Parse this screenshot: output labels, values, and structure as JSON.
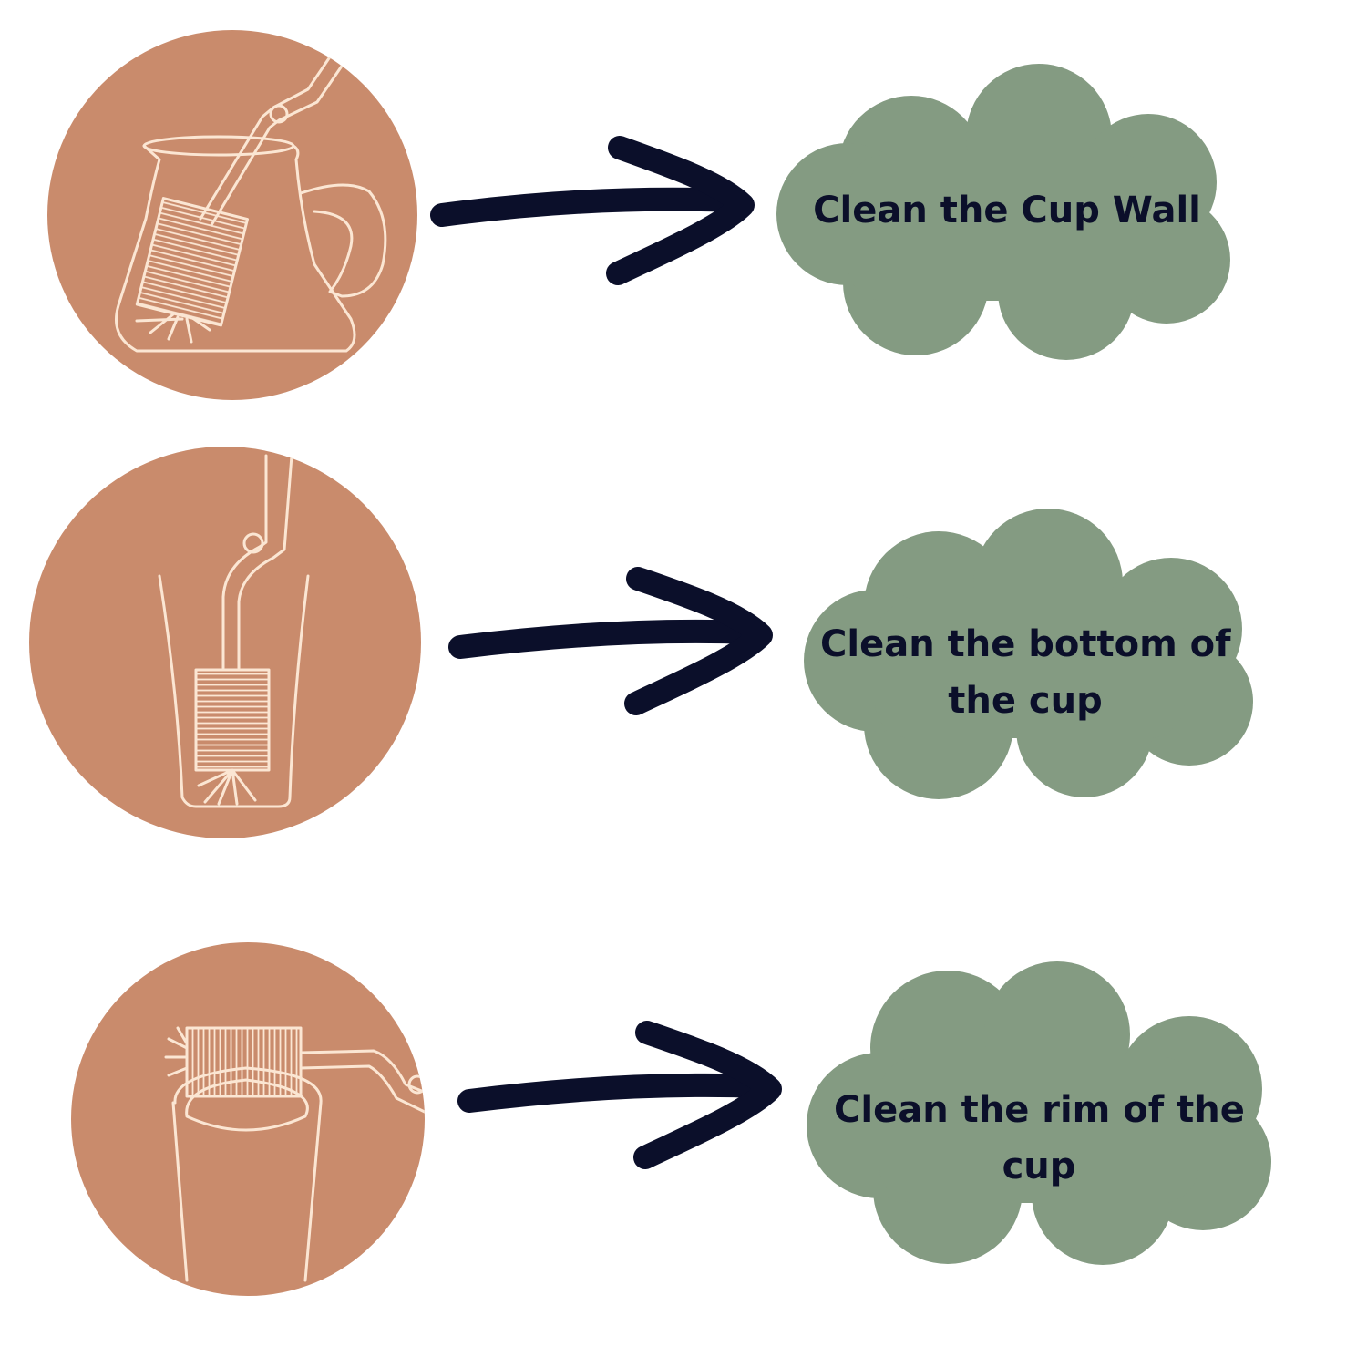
{
  "colors": {
    "circle": "#c98b6c",
    "line_art": "#fbe6d3",
    "arrow": "#0b0f2a",
    "cloud": "#849b82",
    "text": "#0b0f2a",
    "background": "#ffffff"
  },
  "steps": [
    {
      "icon": "pitcher-brush-icon",
      "text": [
        "Clean the Cup Wall"
      ]
    },
    {
      "icon": "tumbler-brush-icon",
      "text": [
        "Clean the bottom of",
        "the cup"
      ]
    },
    {
      "icon": "rim-brush-icon",
      "text": [
        "Clean the rim of the",
        "cup"
      ]
    }
  ]
}
